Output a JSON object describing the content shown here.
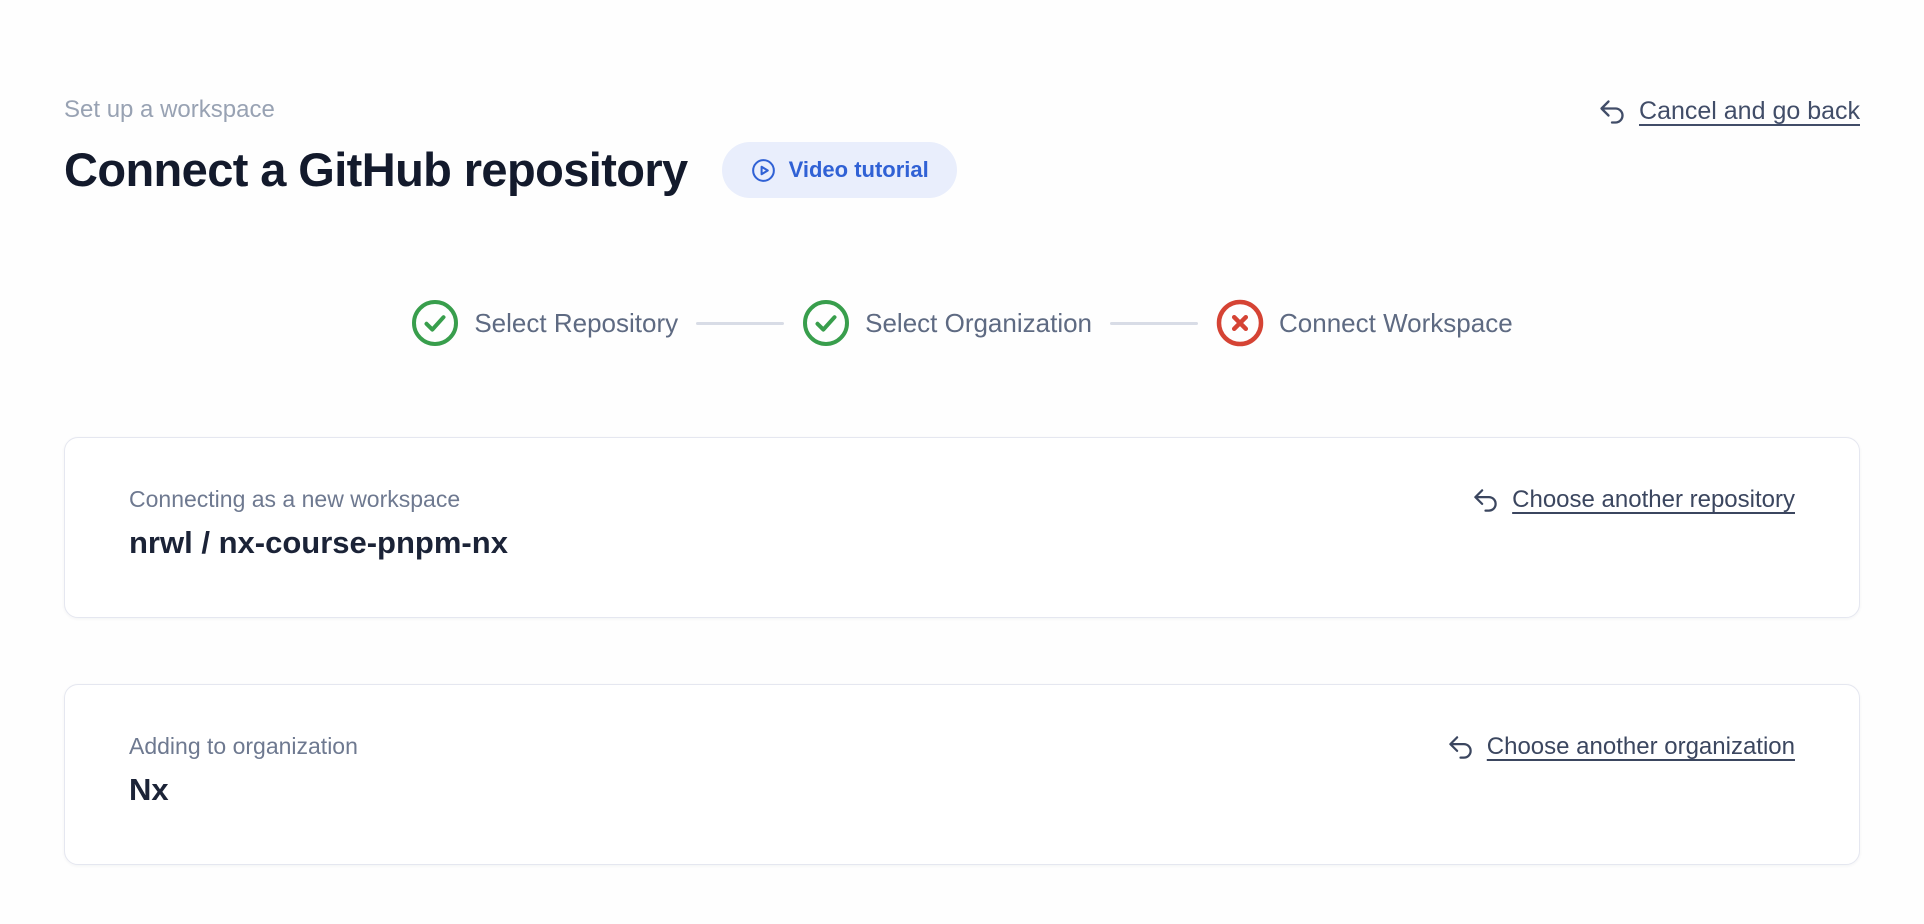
{
  "header": {
    "eyebrow": "Set up a workspace",
    "title": "Connect a GitHub repository",
    "video_button": {
      "label": "Video tutorial"
    },
    "cancel_link": {
      "label": "Cancel and go back"
    }
  },
  "stepper": {
    "steps": [
      {
        "label": "Select Repository",
        "status": "complete"
      },
      {
        "label": "Select Organization",
        "status": "complete"
      },
      {
        "label": "Connect Workspace",
        "status": "error"
      }
    ]
  },
  "cards": {
    "repository": {
      "label": "Connecting as a new workspace",
      "owner": "nrwl",
      "separator": " / ",
      "name": "nx-course-pnpm-nx",
      "action_label": "Choose another repository"
    },
    "organization": {
      "label": "Adding to organization",
      "name": "Nx",
      "action_label": "Choose another organization"
    }
  },
  "colors": {
    "accent_blue": "#3061d5",
    "accent_blue_bg": "#e9eefc",
    "success_green": "#389e4c",
    "error_red": "#d54334",
    "link_slate": "#3b465f",
    "muted_gray": "#98a2b3"
  }
}
